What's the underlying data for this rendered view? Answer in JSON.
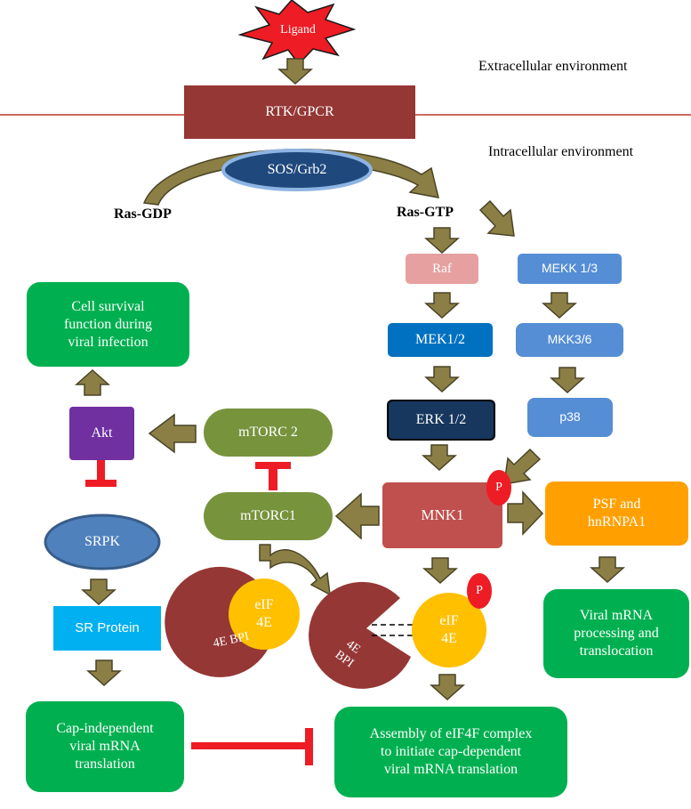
{
  "env": {
    "extracellular": "Extracellular environment",
    "intracellular": "Intracellular environment"
  },
  "nodes": {
    "ligand": "Ligand",
    "rtk": "RTK/GPCR",
    "sos": "SOS/Grb2",
    "ras_gdp": "Ras-GDP",
    "ras_gtp": "Ras-GTP",
    "raf": "Raf",
    "mekk": "MEKK 1/3",
    "mek": "MEK1/2",
    "mkk": "MKK3/6",
    "erk": "ERK 1/2",
    "p38": "p38",
    "cell_survival": "Cell survival\nfunction during\nviral infection",
    "akt": "Akt",
    "mtorc2": "mTORC 2",
    "mtorc1": "mTORC1",
    "mnk1": "MNK1",
    "psf": "PSF and\nhnRNPA1",
    "srpk": "SRPK",
    "eif4e_bound": "eIF\n4E",
    "bpi_left": "4E BPI",
    "bpi_right": "4E\nBPI",
    "eif4e_free": "eIF\n4E",
    "sr_protein": "SR Protein",
    "viral_processing": "Viral mRNA\nprocessing and\ntranslocation",
    "cap_independent": "Cap-independent\nviral mRNA\ntranslation",
    "assembly": "Assembly of eIF4F complex\nto initiate cap-dependent\nviral mRNA translation",
    "phospho_mnk1": "P",
    "phospho_eif": "P"
  },
  "colors": {
    "arrow_olive": "#8b7f45",
    "inhibit_red": "#ee1c24",
    "membrane_red": "#c0392b",
    "rtk": "#953735",
    "sos_fill": "#1f497d",
    "sos_ring": "#8eb4e3",
    "raf": "#e6a0a0",
    "mekk": "#558ed5",
    "mek": "#0070c0",
    "erk": "#17375e",
    "green_box": "#00b050",
    "olive_box": "#77933c",
    "akt": "#7030a0",
    "mnk1": "#c0504d",
    "psf": "#ffa000",
    "srpk": "#4f81bd",
    "sr_protein": "#00b0f0",
    "eif": "#ffc000",
    "bpi": "#953735",
    "ligand": "#ee1c24"
  }
}
